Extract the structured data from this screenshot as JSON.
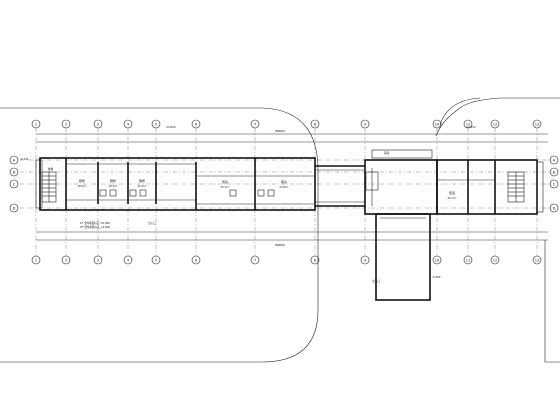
{
  "drawing": {
    "grid_axes_top": [
      "1",
      "2",
      "3",
      "4",
      "5",
      "6",
      "7",
      "8",
      "9",
      "10",
      "11",
      "12",
      "13"
    ],
    "grid_axes_side": [
      "A",
      "B",
      "C",
      "D"
    ],
    "overall_dimension_top": "88800",
    "overall_dimension_bottom": "88800",
    "room_labels": [
      {
        "name": "厕所",
        "area": "18.9m²"
      },
      {
        "name": "厕所",
        "area": "19.2m²"
      },
      {
        "name": "厕所",
        "area": "21.6m²"
      },
      {
        "name": "泵房",
        "area": "23.7m²"
      },
      {
        "name": "泵房",
        "area": "24.8m²"
      },
      {
        "name": "值班",
        "area": "30.1m²"
      }
    ],
    "notes": [
      "1F 室内地面标高 ±0.000",
      "2F 室内地面标高 +3.600",
      "出入口",
      "楼梯",
      "雨篷"
    ],
    "elevation_marks": [
      "±0.000",
      "-0.150",
      "+0.450",
      "-0.300"
    ]
  }
}
